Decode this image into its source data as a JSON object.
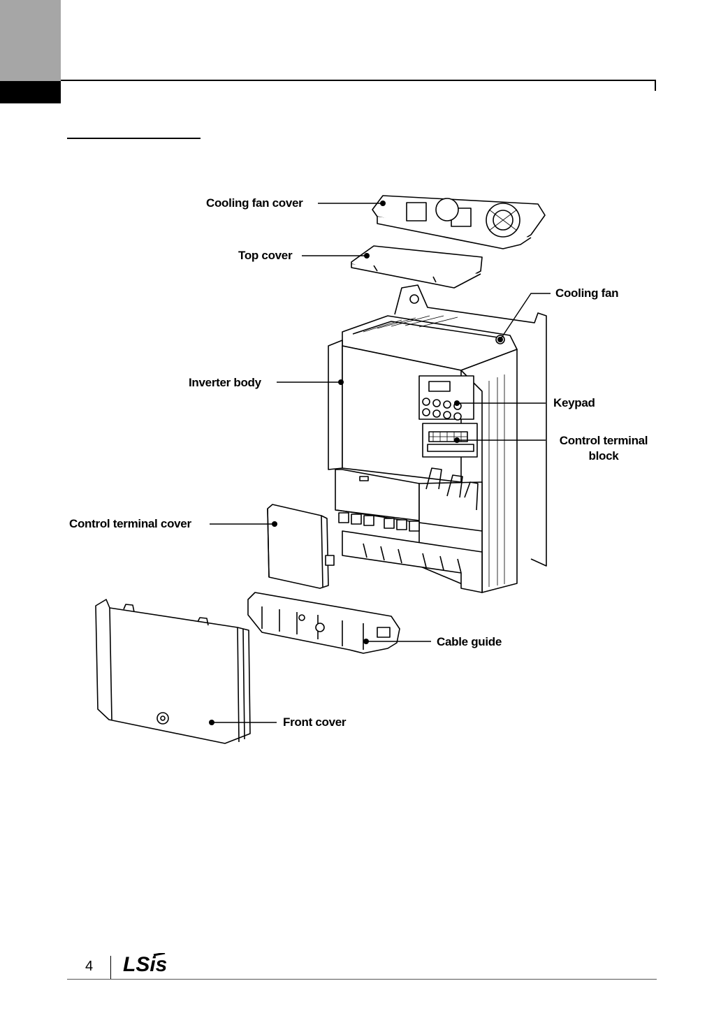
{
  "labels": {
    "cooling_fan_cover": "Cooling fan cover",
    "top_cover": "Top cover",
    "cooling_fan": "Cooling fan",
    "inverter_body": "Inverter body",
    "keypad": "Keypad",
    "control_terminal_block_line1": "Control terminal",
    "control_terminal_block_line2": "block",
    "control_terminal_cover": "Control terminal cover",
    "cable_guide": "Cable guide",
    "front_cover": "Front cover"
  },
  "footer": {
    "page_number": "4",
    "logo_text": "LSis"
  },
  "colors": {
    "header_tab_gray": "#a6a6a6",
    "header_tab_black": "#000000"
  }
}
